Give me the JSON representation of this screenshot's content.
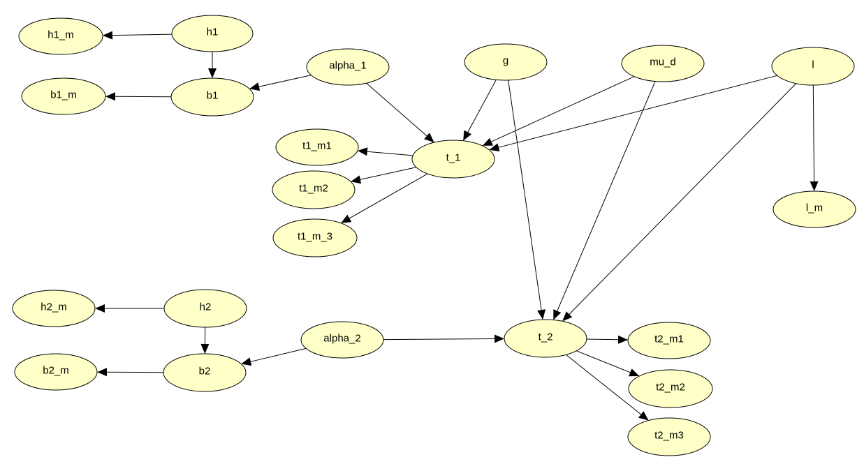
{
  "diagram": {
    "type": "directed-graph",
    "node_fill": "#ffffc8",
    "edge_color": "#000000",
    "nodes": [
      {
        "id": "h1_m",
        "label": "h1_m"
      },
      {
        "id": "h1",
        "label": "h1"
      },
      {
        "id": "b1_m",
        "label": "b1_m"
      },
      {
        "id": "b1",
        "label": "b1"
      },
      {
        "id": "alpha_1",
        "label": "alpha_1"
      },
      {
        "id": "g",
        "label": "g"
      },
      {
        "id": "mu_d",
        "label": "mu_d"
      },
      {
        "id": "l",
        "label": "l"
      },
      {
        "id": "t1_m1",
        "label": "t1_m1"
      },
      {
        "id": "t_1",
        "label": "t_1"
      },
      {
        "id": "t1_m2",
        "label": "t1_m2"
      },
      {
        "id": "t1_m_3",
        "label": "t1_m_3"
      },
      {
        "id": "l_m",
        "label": "l_m"
      },
      {
        "id": "h2_m",
        "label": "h2_m"
      },
      {
        "id": "h2",
        "label": "h2"
      },
      {
        "id": "b2_m",
        "label": "b2_m"
      },
      {
        "id": "b2",
        "label": "b2"
      },
      {
        "id": "alpha_2",
        "label": "alpha_2"
      },
      {
        "id": "t_2",
        "label": "t_2"
      },
      {
        "id": "t2_m1",
        "label": "t2_m1"
      },
      {
        "id": "t2_m2",
        "label": "t2_m2"
      },
      {
        "id": "t2_m3",
        "label": "t2_m3"
      }
    ],
    "edges": [
      {
        "from": "h1",
        "to": "h1_m"
      },
      {
        "from": "h1",
        "to": "b1"
      },
      {
        "from": "b1",
        "to": "b1_m"
      },
      {
        "from": "alpha_1",
        "to": "b1"
      },
      {
        "from": "alpha_1",
        "to": "t_1"
      },
      {
        "from": "g",
        "to": "t_1"
      },
      {
        "from": "g",
        "to": "t_2"
      },
      {
        "from": "mu_d",
        "to": "t_1"
      },
      {
        "from": "mu_d",
        "to": "t_2"
      },
      {
        "from": "l",
        "to": "t_1"
      },
      {
        "from": "l",
        "to": "t_2"
      },
      {
        "from": "l",
        "to": "l_m"
      },
      {
        "from": "t_1",
        "to": "t1_m1"
      },
      {
        "from": "t_1",
        "to": "t1_m2"
      },
      {
        "from": "t_1",
        "to": "t1_m_3"
      },
      {
        "from": "h2",
        "to": "h2_m"
      },
      {
        "from": "h2",
        "to": "b2"
      },
      {
        "from": "b2",
        "to": "b2_m"
      },
      {
        "from": "alpha_2",
        "to": "b2"
      },
      {
        "from": "alpha_2",
        "to": "t_2"
      },
      {
        "from": "t_2",
        "to": "t2_m1"
      },
      {
        "from": "t_2",
        "to": "t2_m2"
      },
      {
        "from": "t_2",
        "to": "t2_m3"
      }
    ]
  }
}
